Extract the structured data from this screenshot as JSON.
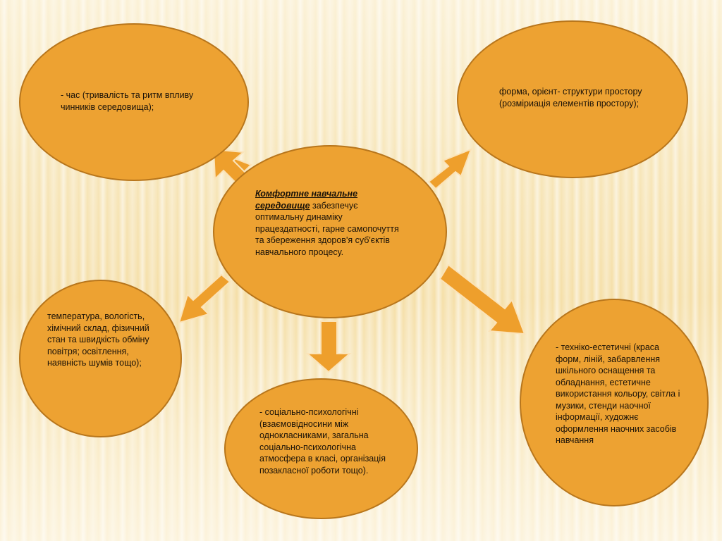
{
  "diagram": {
    "center": {
      "emphasis": "Комфортне навчальне середовище",
      "rest": " забезпечує оптимальну динаміку працездатності, гарне самопочуття та збереження здоров'я суб'єктів навчального процесу."
    },
    "nodes": {
      "time": "- час (тривалість та ритм впливу чинників середовища);",
      "form": " форма, орієнт- структури простору (розміриація елементів простору);",
      "physical": "температура, вологість, хімічний склад, фізичний стан та швидкість обміну повітря; освітлення, наявність шумів тощо);",
      "social": "- соціально-психологічні (взаємовідносини між однокласниками, загальна соціально-психологічна атмосфера в класі, організація позакласної роботи тощо).",
      "technical": "- техніко-естетичні (краса форм, ліній, забарвлення шкільного оснащення та обладнання, естетичне використання кольору, світла і музики, стенди наочної інформації, художнє оформлення наочних засобів навчання"
    },
    "colors": {
      "bubble_fill": "#eda232",
      "bubble_border": "#b8761c",
      "arrow_fill": "#ee9f2c",
      "text": "#1a1208"
    }
  }
}
